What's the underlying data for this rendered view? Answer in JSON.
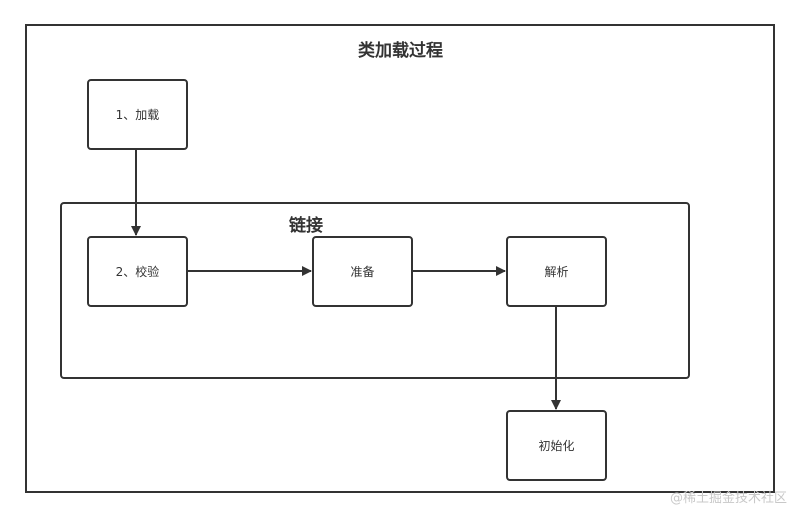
{
  "diagram": {
    "title": "类加载过程",
    "group_label": "链接",
    "nodes": {
      "load": "1、加载",
      "verify": "2、校验",
      "prepare": "准备",
      "resolve": "解析",
      "init": "初始化"
    },
    "edges": [
      {
        "from": "load",
        "to": "verify"
      },
      {
        "from": "verify",
        "to": "prepare"
      },
      {
        "from": "prepare",
        "to": "resolve"
      },
      {
        "from": "resolve",
        "to": "init"
      }
    ]
  },
  "watermark": "@稀土掘金技术社区",
  "colors": {
    "stroke": "#333333",
    "watermark": "#c8c8c8"
  }
}
